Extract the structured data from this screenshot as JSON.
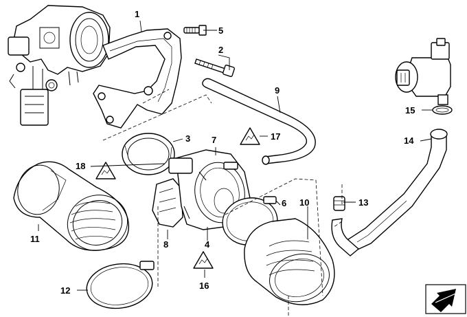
{
  "callouts": [
    {
      "id": "c1",
      "label": "1"
    },
    {
      "id": "c2",
      "label": "2"
    },
    {
      "id": "c3",
      "label": "3"
    },
    {
      "id": "c4",
      "label": "4"
    },
    {
      "id": "c5",
      "label": "5"
    },
    {
      "id": "c6",
      "label": "6"
    },
    {
      "id": "c7",
      "label": "7"
    },
    {
      "id": "c8",
      "label": "8"
    },
    {
      "id": "c9",
      "label": "9"
    },
    {
      "id": "c10",
      "label": "10"
    },
    {
      "id": "c11",
      "label": "11"
    },
    {
      "id": "c12",
      "label": "12"
    },
    {
      "id": "c13",
      "label": "13"
    },
    {
      "id": "c14",
      "label": "14"
    },
    {
      "id": "c15",
      "label": "15"
    },
    {
      "id": "c16",
      "label": "16"
    },
    {
      "id": "c17",
      "label": "17"
    },
    {
      "id": "c18",
      "label": "18"
    }
  ],
  "icons": {
    "warning": "warning-triangle-icon",
    "view_arrow": "view-direction-arrow-icon"
  },
  "colors": {
    "line": "#000000",
    "background": "#ffffff"
  }
}
